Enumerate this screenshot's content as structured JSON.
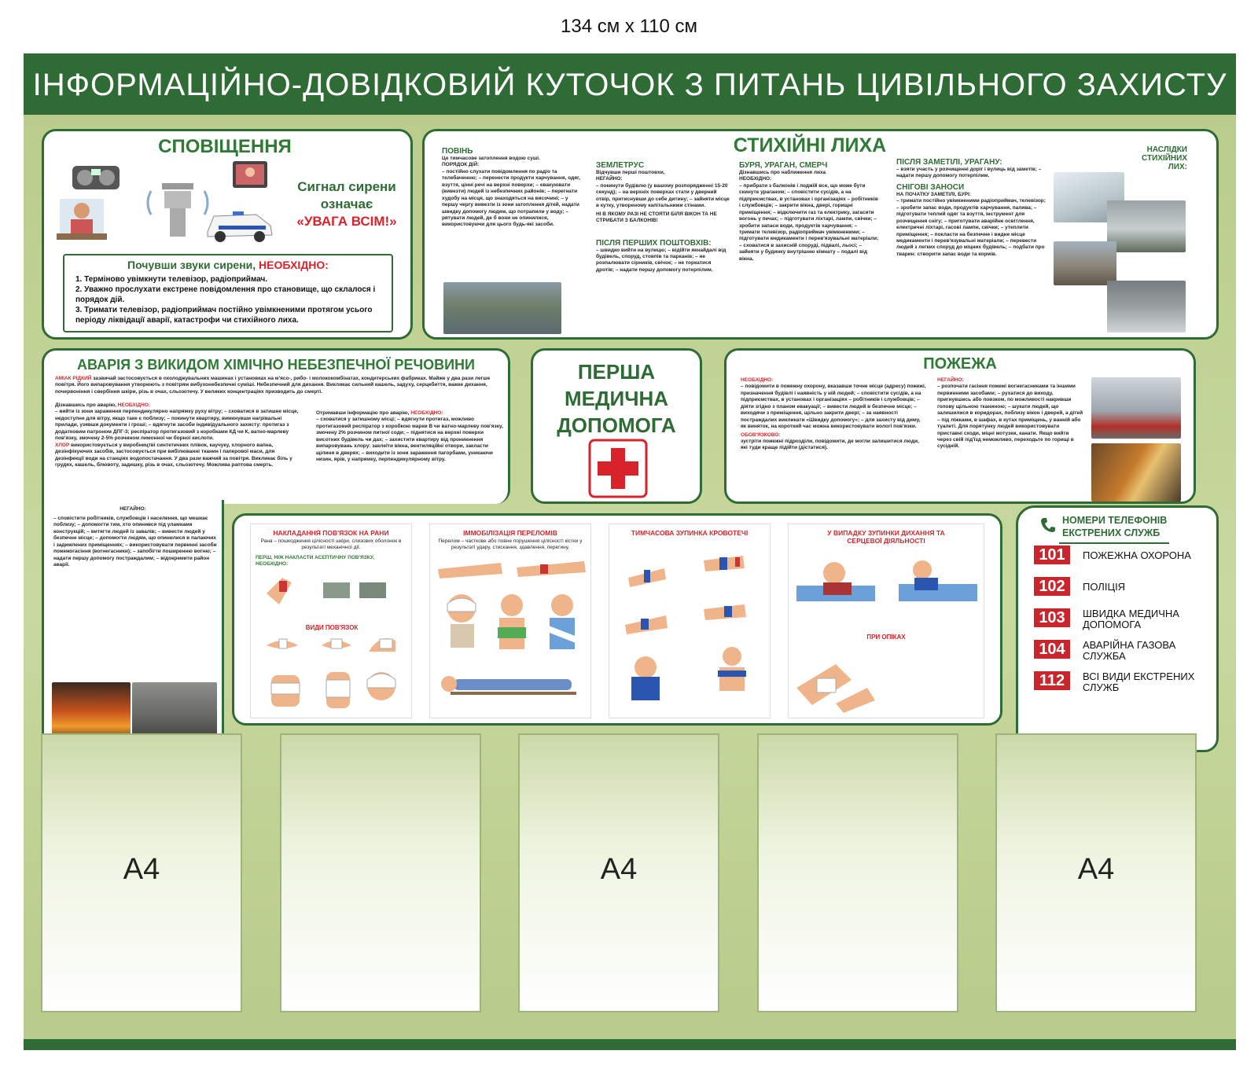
{
  "dimensions": "134 см х 110 см",
  "title": "ІНФОРМАЦІЙНО-ДОВІДКОВИЙ КУТОЧОК З ПИТАНЬ ЦИВІЛЬНОГО ЗАХИСТУ",
  "colors": {
    "brand_green": "#2f6b35",
    "board_green": "#b9cc8a",
    "accent_red": "#d8232a"
  },
  "notification": {
    "title": "СПОВІЩЕННЯ",
    "signal_line1": "Сигнал сирени",
    "signal_line2": "означає",
    "signal_line3": "«УВАГА ВСІМ!»",
    "heard_title": "Почувши звуки сирени,",
    "heard_title_red": "НЕОБХІДНО:",
    "steps": [
      "1. Терміново увімкнути телевізор, радіоприймач.",
      "2. Уважно прослухати екстрене повідомлення про становище, що склалося і порядок дій.",
      "3. Тримати телевізор, радіоприймач постійно увімкненими протягом усього періоду ліквідації аварії, катастрофи чи стихійного лиха."
    ]
  },
  "disasters": {
    "title": "СТИХІЙНІ ЛИХА",
    "flood_title": "ПОВІНЬ",
    "flood_intro": "Це тимчасове затоплення водою суші.",
    "flood_order": "ПОРЯДОК ДІЙ:",
    "flood_text": "– постійно слухати повідомлення по радіо та телебаченню; – перенести продукти харчування, одяг, взуття, цінні речі на верхні поверхи; – евакуювати (вивезти) людей із небезпечних районів; – перегнати худобу на місця, що знаходяться на височині; – у першу чергу вивезти із зони затоплення дітей, надати швидку допомогу людям, що потрапили у воду; – рятувати людей, де б вони не опинилися, використовуючи для цього будь-які засоби.",
    "quake_title": "ЗЕМЛЕТРУС",
    "quake_intro": "Відчувши перші поштовхи,",
    "quake_need": "НЕГАЙНО:",
    "quake_text": "– покинути будівлю (у вашому розпорядженні 15-20 секунд); – на верхніх поверхах стати у дверний отвір, притиснувши до себе дитину; – зайняти місце в кутку, утвореному капітальними стінами.",
    "quake_warning": "НІ В ЯКОМУ РАЗІ НЕ СТОЯТИ БІЛЯ ВІКОН ТА НЕ СТРИБАТИ З БАЛКОНІВ!",
    "after_quake_title": "ПІСЛЯ ПЕРШИХ ПОШТОВХІВ:",
    "after_quake_text": "– швидко вийти на вулицю; – відійти якнайдалі від будівель, споруд, стовпів та парканів; – не розпалювати сірників, свічок; – не торкатися дротів; – надати першу допомогу потерпілим.",
    "storm_title": "БУРЯ, УРАГАН, СМЕРЧ",
    "storm_intro": "Дізнавшись про наближення лиха",
    "storm_need": "НЕОБХІДНО:",
    "storm_text": "– прибрати з балконів і лоджій все, що може бути скинуте ураганом; – сповістити сусідів, а на підприємствах, в установах і організаціях – робітників і службовців; – закрити вікна, двері, горищні приміщення; – відключити газ та електрику, загасити вогонь у печах; – підготувати ліхтарі, лампи, свічки; – зробити запаси води, продуктів харчування; – тримати телевізор, радіоприймач увімкненими; – підготувати медикаменти і перев'язувальні матеріали; – сховатися в захисній споруді, підвалі, льосі; – зайняти у будинку внутрішню кімнату – подалі від вікна.",
    "after_storm_title": "ПІСЛЯ ЗАМЕТІЛІ, УРАГАНУ:",
    "after_storm_text": "– взяти участь у розчищенні доріг і вулиць від заметів; – надати першу допомогу потерпілим.",
    "snow_title": "СНІГОВІ ЗАНОСИ",
    "snow_subtitle": "НА ПОЧАТКУ ЗАМЕТІЛІ, БУРІ:",
    "snow_text": "– тримати постійно увімкненими радіоприймач, телевізор; – зробити запас води, продуктів харчування, палива; – підготувати теплий одяг та взуття, інструмент для розчищення снігу; – приготувати аварійне освітлення, електричні ліхтарі, гасові лампи, свічки; – утеплити приміщення; – покласти на безпечне і видне місце медикаменти і перев'язувальні матеріали; – перевести людей з легких споруд до міцних будівель; – подбати про тварин: створити запас води та кормів.",
    "consequences": "НАСЛІДКИ СТИХІЙНИХ ЛИХ:"
  },
  "chemical": {
    "title": "АВАРІЯ З ВИКИДОМ ХІМІЧНО НЕБЕЗПЕЧНОЇ РЕЧОВИНИ",
    "ammonia_red": "АМІАК РІДКИЙ",
    "ammonia_text": "зазвичай застосовується в охолоджувальних машинах і установках на м'ясо-, рибо- і молококомбінатах, кондитерських фабриках. Майже у два рази легше повітря. Його випаровування утворюють з повітрям вибухонебезпечні суміші. Небезпечний для дихання. Викликає сильний кашель, задуху, серцебиття, важке дихання, почервоніння і свербіння шкіри, різь в очах, сльозотечу. У великих концентраціях призводить до смерті.",
    "learned": "Дізнавшись про аварію,",
    "need": "НЕОБХІДНО:",
    "left_text": "– вийти із зони зараження перпендикулярно напрямку руху вітру; – сховатися в затишне місце, недоступне для вітру, якщо таке є поблизу; – покинути квартиру, вимкнувши нагрівальні прилади, узявши документи і гроші; – вдягнути засоби індивідуального захисту: протигаз з додатковим патроном ДПГ-3; респіратор протигазовий з коробками КД чи К, ватно-марлеву пов'язку, змочену 2-5% розчином лимонної чи борної кислоти.",
    "chlorine_red": "ХЛОР",
    "chlorine_text": "використовується у виробництві синтетичних плівок, каучуку, хлорного вапна, дезінфікуючих засобів, застосовується при вибілюванні тканин і паперової маси, для дезінфекції води на станціях водопостачання. У два рази важчий за повітря. Викликає біль у грудях, кашель, блювоту, задишку, різь в очах, сльозотечу. Можлива раптова смерть.",
    "got_info": "Отримавши інформацію про аварію,",
    "right_text": "– сховатися у затишному місці; – вдягнути протигаз, можливо протигазовий респіратор з коробкою марки В чи ватно-марлеву пов'язку, змочену 2% розчином питної соди; – піднятися на верхні поверхи висотних будівель чи дах; – захистити квартиру від проникнення випаровувань хлору: заклеїти вікна, вентиляційні отвори, закласти щілини в дверях; – виходити із зони зараження пагорбами, уникаючи низин, ярів, у напрямку, перпендикулярному вітру.",
    "immediately": "НЕГАЙНО:",
    "bottom_text": "– сповістити робітників, службовців і населення, що мешкає поблизу; – допомогти тим, хто опинився під уламками конструкцій; – витягти людей із завалів; – вивести людей у безпечне місце; – допомогти людям, що опинилися в палаючих і задимлених приміщеннях; – використовувати первинні засоби пожежогасіння (вогнегасники); – запобігти поширенню вогню; – надати першу допомогу постраждалим; – відокремити район аварії."
  },
  "first_aid": {
    "title_line1": "ПЕРША",
    "title_line2": "МЕДИЧНА",
    "title_line3": "ДОПОМОГА"
  },
  "fire": {
    "title": "ПОЖЕЖА",
    "need": "НЕОБХІДНО:",
    "left_text": "– повідомити в пожежну охорону, вказавши точне місце (адресу) пожежі, призначення будівлі і наявність у ній людей; – сповістити сусідів, а на підприємствах, в установах і організаціях – робітників і службовців; – діяти згідно з планом евакуації; – вивести людей в безпечне місце; – виходячи з приміщення, щільно закрити двері; – за наявності постраждалих викликати «Швидку допомогу»; – для захисту від диму, як виняток, на короткий час можна використовувати вологі пов'язки.",
    "must": "ОБОВ'ЯЗКОВО:",
    "must_text": "зустріти пожежні підрозділи, повідомити, де могли залишитися люди, які туди краще підійти (дістатися).",
    "immediately": "НЕГАЙНО:",
    "right_text": "– розпочати гасіння пожежі вогнегасниками та іншими первинними засобами; – рухатися до виходу, пригнувшись або повзком, по можливості накривши голову щільною тканиною; – шукати людей, що залишилися в коридорах, поблизу вікон і дверей, а дітей – під ліжками, в шафах, в кутах приміщень, у ванній або туалеті. Для порятунку людей використовувати приставні сходи, міцні мотузки, канати. Якщо вийти через свій під'їзд неможливо, переходьте по горищі в сусідній."
  },
  "first_aid_sheets": [
    {
      "title": "НАКЛАДАННЯ ПОВ'ЯЗОК НА РАНИ",
      "intro": "Рана – пошкодження цілісності шкіри, слизових оболонок в результаті механічної дії.",
      "sub": "ПЕРШ, НІЖ НАКЛАСТИ АСЕПТИЧНУ ПОВ'ЯЗКУ, НЕОБХІДНО:",
      "sub2": "ВИДИ ПОВ'ЯЗОК"
    },
    {
      "title": "ІММОБІЛІЗАЦІЯ ПЕРЕЛОМІВ",
      "intro": "Перелом – часткове або повне порушення цілісності кістки у результаті удару, стискання, здавлення, перегину.",
      "sub": "",
      "sub2": ""
    },
    {
      "title": "ТИМЧАСОВА ЗУПИНКА КРОВОТЕЧІ",
      "intro": "",
      "sub": "",
      "sub2": ""
    },
    {
      "title": "У ВИПАДКУ ЗУПИНКИ ДИХАННЯ ТА СЕРЦЕВОЇ ДІЯЛЬНОСТІ",
      "intro": "",
      "sub": "ПРИ ОПІКАХ",
      "sub2": ""
    }
  ],
  "phones": {
    "title_line1": "НОМЕРИ ТЕЛЕФОНІВ",
    "title_line2": "ЕКСТРЕНИХ СЛУЖБ",
    "items": [
      {
        "number": "101",
        "label": "ПОЖЕЖНА ОХОРОНА"
      },
      {
        "number": "102",
        "label": "ПОЛІЦІЯ"
      },
      {
        "number": "103",
        "label": "ШВИДКА МЕДИЧНА ДОПОМОГА"
      },
      {
        "number": "104",
        "label": "АВАРІЙНА ГАЗОВА СЛУЖБА"
      },
      {
        "number": "112",
        "label": "ВСІ ВИДИ ЕКСТРЕНИХ СЛУЖБ"
      }
    ]
  },
  "pockets": [
    "А4",
    "",
    "А4",
    "",
    "А4"
  ]
}
